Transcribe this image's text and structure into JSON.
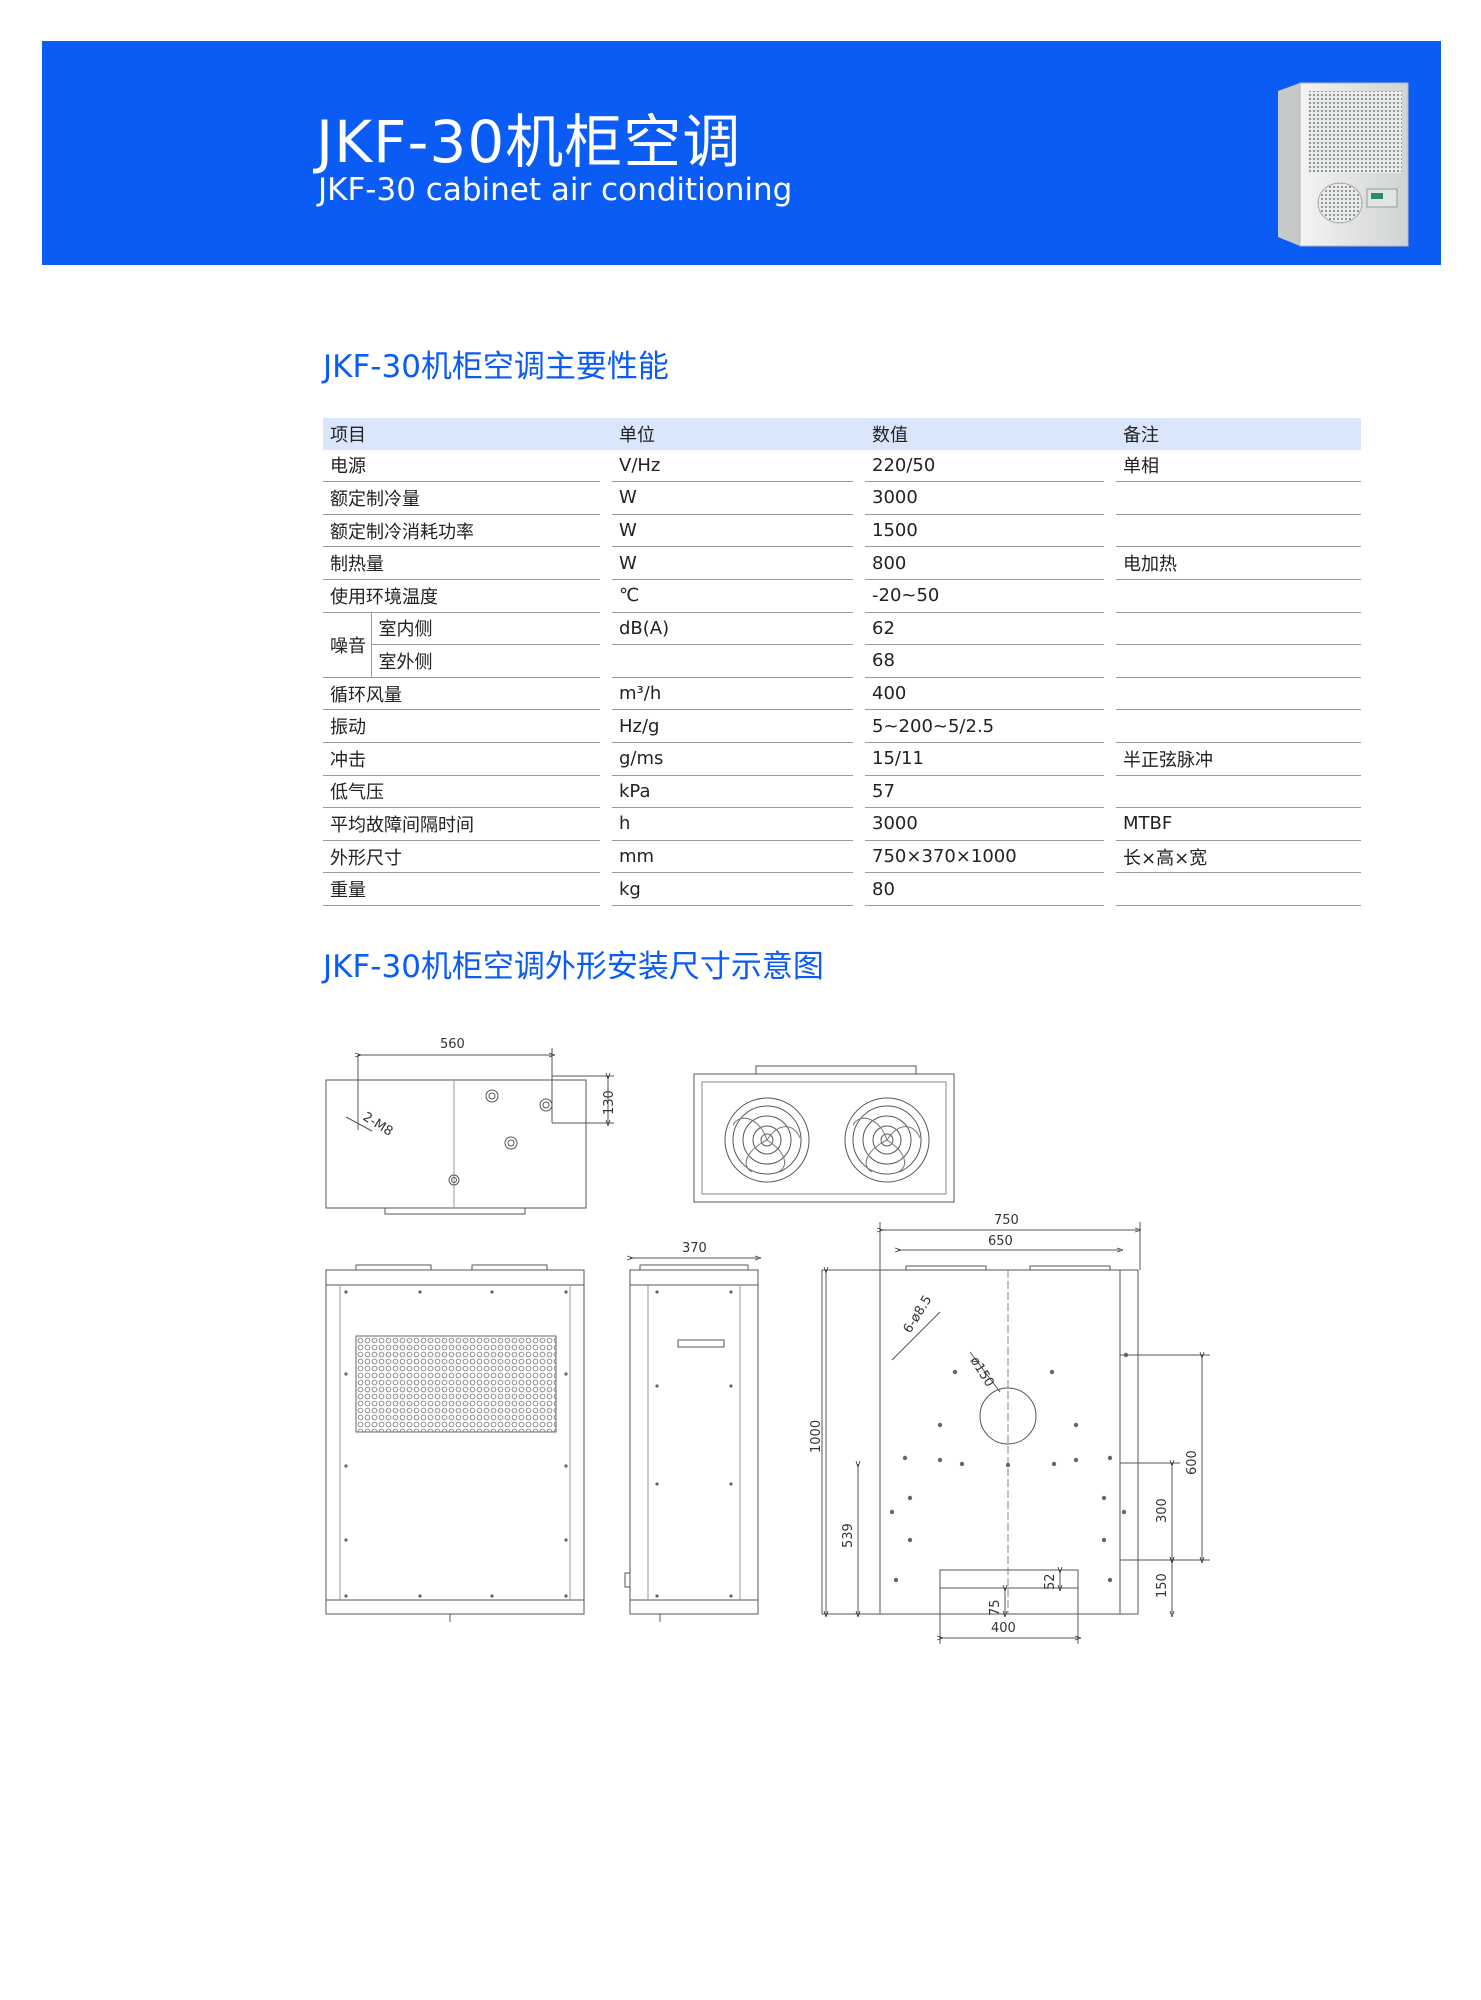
{
  "header": {
    "title": "JKF-30机柜空调",
    "subtitle": "JKF-30 cabinet air conditioning",
    "product_image": "air-conditioner-unit-photo"
  },
  "colors": {
    "brand_blue": "#0a5cf5",
    "table_header_bg": "#d9e6fb",
    "line": "#9a9a9a"
  },
  "section1": {
    "heading": "JKF-30机柜空调主要性能"
  },
  "table": {
    "headers": [
      "项目",
      "单位",
      "数值",
      "备注"
    ],
    "rows": [
      {
        "item": "电源",
        "unit": "V/Hz",
        "value": "220/50",
        "note": "单相"
      },
      {
        "item": "额定制冷量",
        "unit": "W",
        "value": "3000",
        "note": ""
      },
      {
        "item": "额定制冷消耗功率",
        "unit": "W",
        "value": "1500",
        "note": ""
      },
      {
        "item": "制热量",
        "unit": "W",
        "value": "800",
        "note": "电加热"
      },
      {
        "item": "使用环境温度",
        "unit": "℃",
        "value": "-20~50",
        "note": ""
      },
      {
        "item": "噪音",
        "sub": "室内侧",
        "unit": "dB(A)",
        "value": "62",
        "note": ""
      },
      {
        "item": "",
        "sub": "室外侧",
        "unit": "",
        "value": "68",
        "note": ""
      },
      {
        "item": "循环风量",
        "unit": "m³/h",
        "value": "400",
        "note": ""
      },
      {
        "item": "振动",
        "unit": "Hz/g",
        "value": "5~200~5/2.5",
        "note": ""
      },
      {
        "item": "冲击",
        "unit": "g/ms",
        "value": "15/11",
        "note": "半正弦脉冲"
      },
      {
        "item": "低气压",
        "unit": "kPa",
        "value": "57",
        "note": ""
      },
      {
        "item": "平均故障间隔时间",
        "unit": "h",
        "value": "3000",
        "note": "MTBF"
      },
      {
        "item": "外形尺寸",
        "unit": "mm",
        "value": "750×370×1000",
        "note": "长×高×宽"
      },
      {
        "item": "重量",
        "unit": "kg",
        "value": "80",
        "note": ""
      }
    ]
  },
  "section2": {
    "heading": "JKF-30机柜空调外形安装尺寸示意图"
  },
  "dimensions": {
    "top_width": "560",
    "top_height": "130",
    "top_holes": "2-M8",
    "side_width": "370",
    "overall_width": "750",
    "inner_width": "650",
    "holes": "6-ø8.5",
    "round_hole": "ø150",
    "height_total": "1000",
    "height_539": "539",
    "h600": "600",
    "h300": "300",
    "h150": "150",
    "h52": "52",
    "h75": "75",
    "bottom_400": "400"
  }
}
